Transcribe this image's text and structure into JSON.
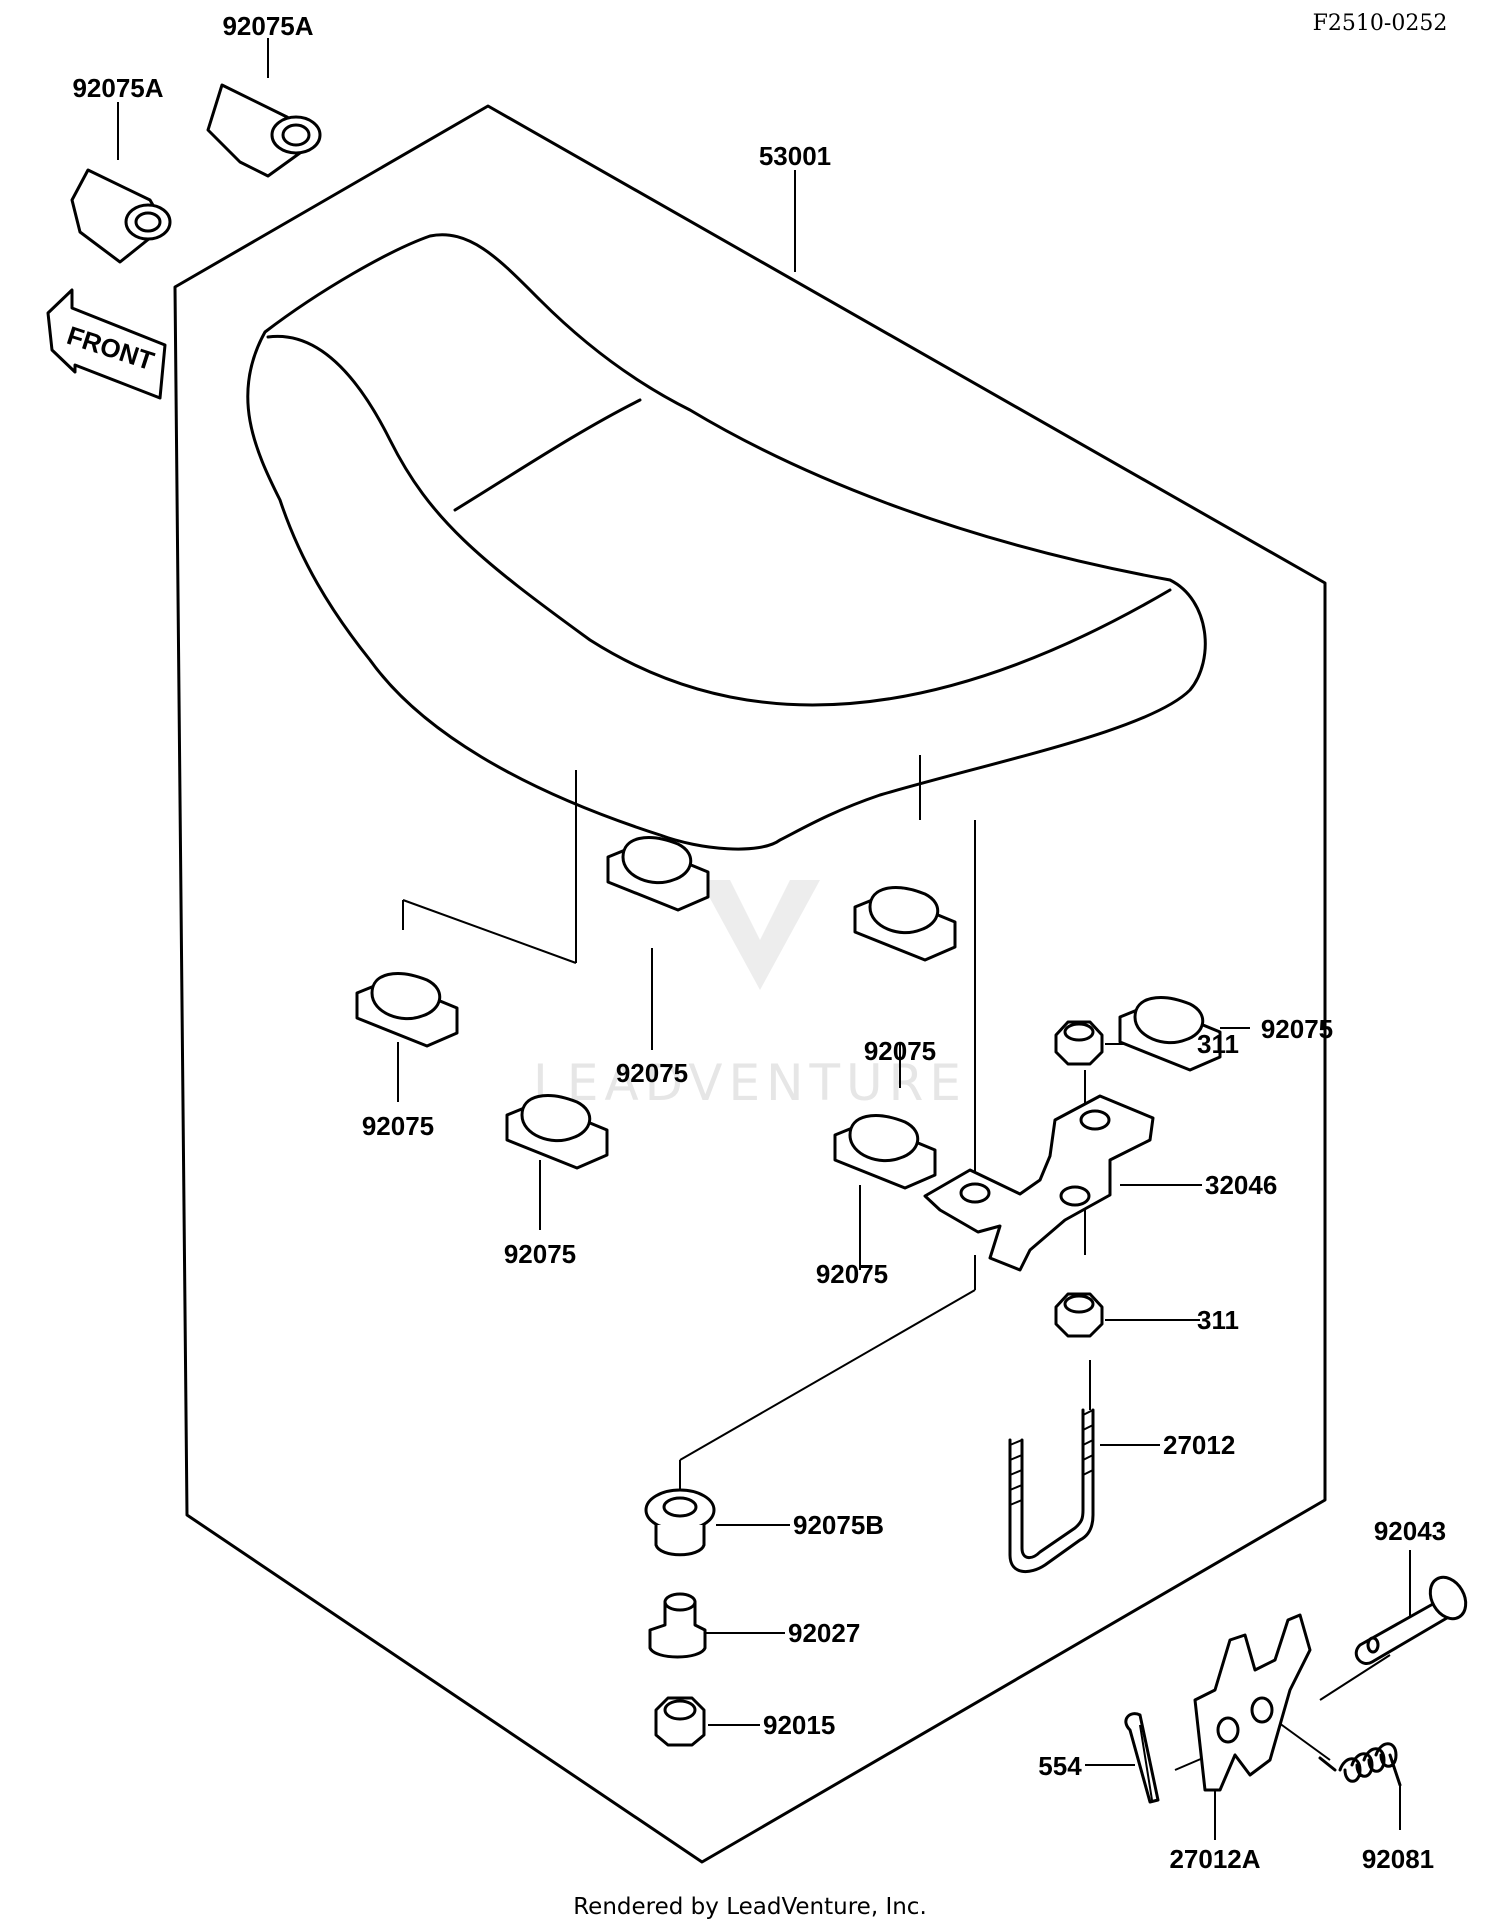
{
  "diagram_code": "F2510-0252",
  "footer": "Rendered by LeadVenture, Inc.",
  "watermark": "LEADVENTURE",
  "direction_label": "FRONT",
  "callouts": {
    "c_92075A_top": "92075A",
    "c_92075A_left": "92075A",
    "c_53001": "53001",
    "c_92075_a": "92075",
    "c_92075_b": "92075",
    "c_92075_c": "92075",
    "c_92075_d": "92075",
    "c_92075_e": "92075",
    "c_92075_f": "92075",
    "c_311_top": "311",
    "c_32046": "32046",
    "c_311_bottom": "311",
    "c_27012": "27012",
    "c_92075B": "92075B",
    "c_92027": "92027",
    "c_92015": "92015",
    "c_92043": "92043",
    "c_554": "554",
    "c_27012A": "27012A",
    "c_92081": "92081"
  }
}
